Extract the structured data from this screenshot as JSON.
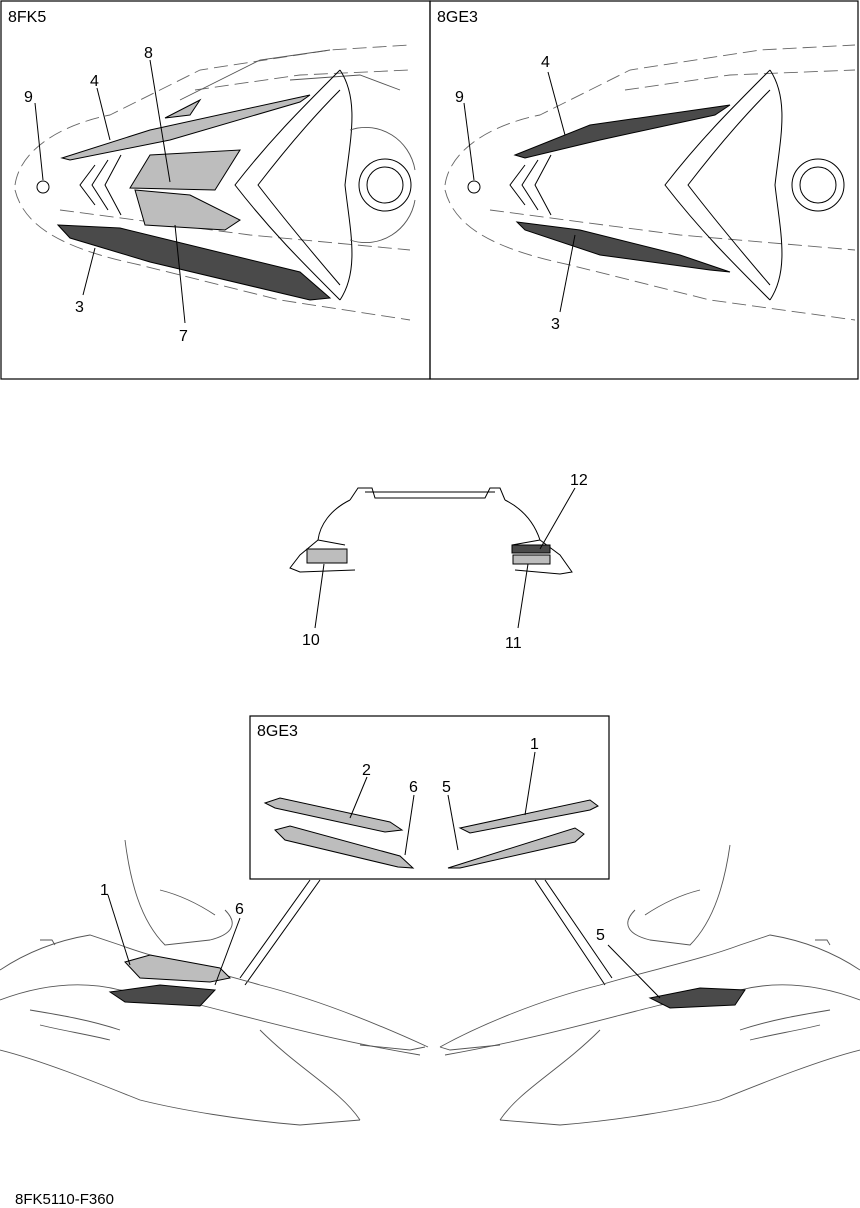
{
  "panels": {
    "top_left_title": "8FK5",
    "top_right_title": "8GE3",
    "inset_title": "8GE3"
  },
  "callouts": {
    "tl_8": "8",
    "tl_9": "9",
    "tl_4": "4",
    "tl_3": "3",
    "tl_7": "7",
    "tr_4": "4",
    "tr_9": "9",
    "tr_3": "3",
    "mid_12": "12",
    "mid_10": "10",
    "mid_11": "11",
    "in_2": "2",
    "in_6": "6",
    "in_5": "5",
    "in_1": "1",
    "bl_1": "1",
    "bl_6": "6",
    "br_5": "5"
  },
  "footer": {
    "code": "8FK5110-F360"
  }
}
